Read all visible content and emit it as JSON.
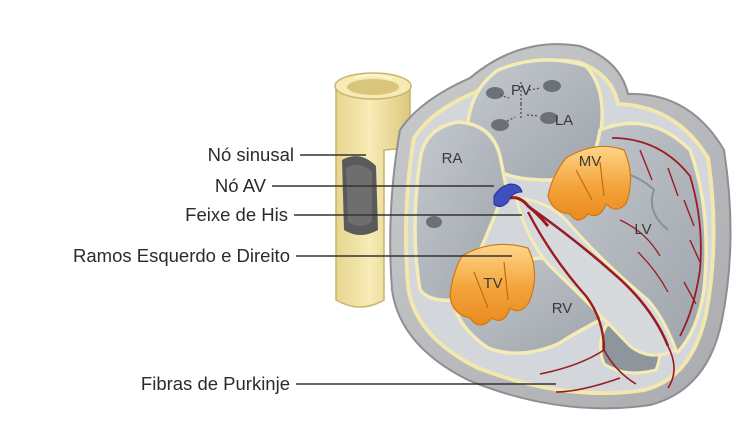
{
  "callouts": {
    "sinus_node": "Nó sinusal",
    "av_node": "Nó AV",
    "his_bundle": "Feixe de His",
    "bundle_branches": "Ramos Esquerdo e Direito",
    "purkinje_fibers": "Fibras de Purkinje"
  },
  "chambers": {
    "pulmonary_veins": "PV",
    "left_atrium": "LA",
    "right_atrium": "RA",
    "mitral_valve": "MV",
    "tricuspid_valve": "TV",
    "left_ventricle": "LV",
    "right_ventricle": "RV"
  },
  "colors": {
    "wall_outer": "#b9b9ba",
    "wall_inner": "#d4d7db",
    "chamber_fill": "#a8aeb5",
    "endocardium": "#f6eeb4",
    "vessel": "#f3e7a8",
    "valve": "#f3a33a",
    "conduction": "#9b1c20",
    "av_node": "#3f4fc0",
    "sinus_node": "#5a5a5a"
  }
}
